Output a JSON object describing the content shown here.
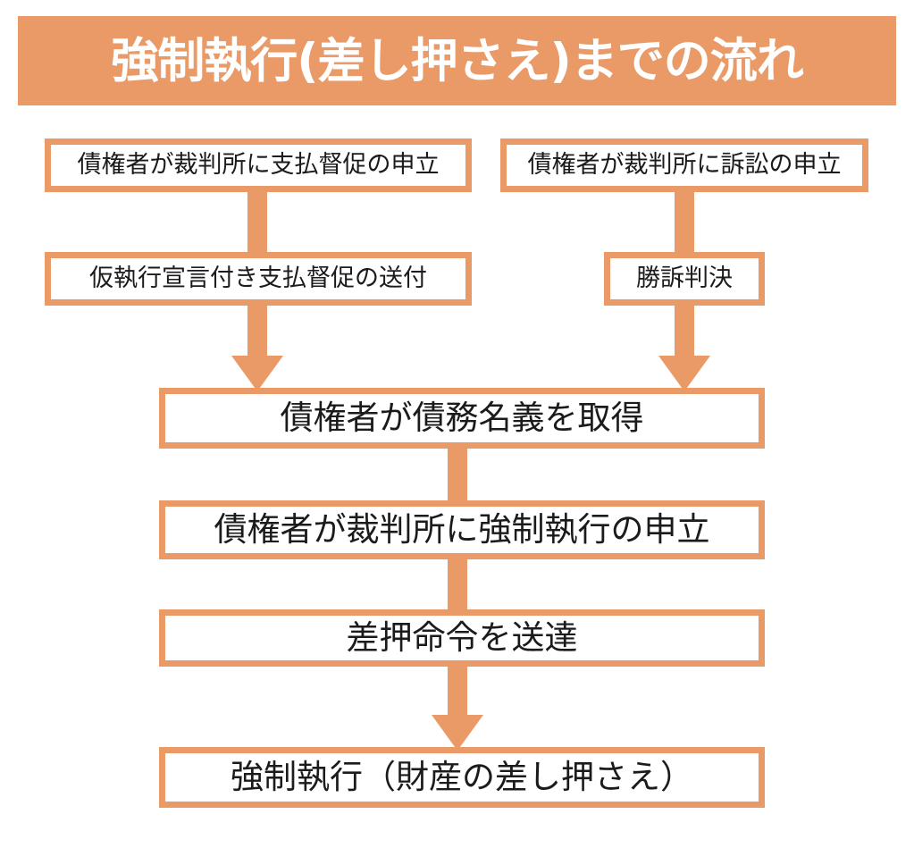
{
  "colors": {
    "accent": "#E99A66",
    "banner_background": "#E99A66",
    "banner_text": "#FFFFFF",
    "box_border": "#E99A66",
    "box_background": "#FFFFFF",
    "box_text": "#1B1B1B",
    "page_background": "#FFFFFF"
  },
  "header": {
    "title": "強制執行(差し押さえ)までの流れ"
  },
  "flow": {
    "nodes": [
      {
        "id": "payment-demand-filing",
        "label": "債権者が裁判所に支払督促の申立"
      },
      {
        "id": "lawsuit-filing",
        "label": "債権者が裁判所に訴訟の申立"
      },
      {
        "id": "provisional-execution",
        "label": "仮執行宣言付き支払督促の送付"
      },
      {
        "id": "winning-judgment",
        "label": "勝訴判決"
      },
      {
        "id": "obtain-title",
        "label": "債権者が債務名義を取得"
      },
      {
        "id": "execution-filing",
        "label": "債権者が裁判所に強制執行の申立"
      },
      {
        "id": "seizure-order",
        "label": "差押命令を送達"
      },
      {
        "id": "compulsory-execution",
        "label": "強制執行（財産の差し押さえ）"
      }
    ],
    "edges": [
      {
        "from": "payment-demand-filing",
        "to": "provisional-execution",
        "style": "bar"
      },
      {
        "from": "lawsuit-filing",
        "to": "winning-judgment",
        "style": "bar"
      },
      {
        "from": "provisional-execution",
        "to": "obtain-title",
        "style": "arrow"
      },
      {
        "from": "winning-judgment",
        "to": "obtain-title",
        "style": "arrow"
      },
      {
        "from": "obtain-title",
        "to": "execution-filing",
        "style": "bar"
      },
      {
        "from": "execution-filing",
        "to": "seizure-order",
        "style": "bar"
      },
      {
        "from": "seizure-order",
        "to": "compulsory-execution",
        "style": "arrow"
      }
    ]
  }
}
